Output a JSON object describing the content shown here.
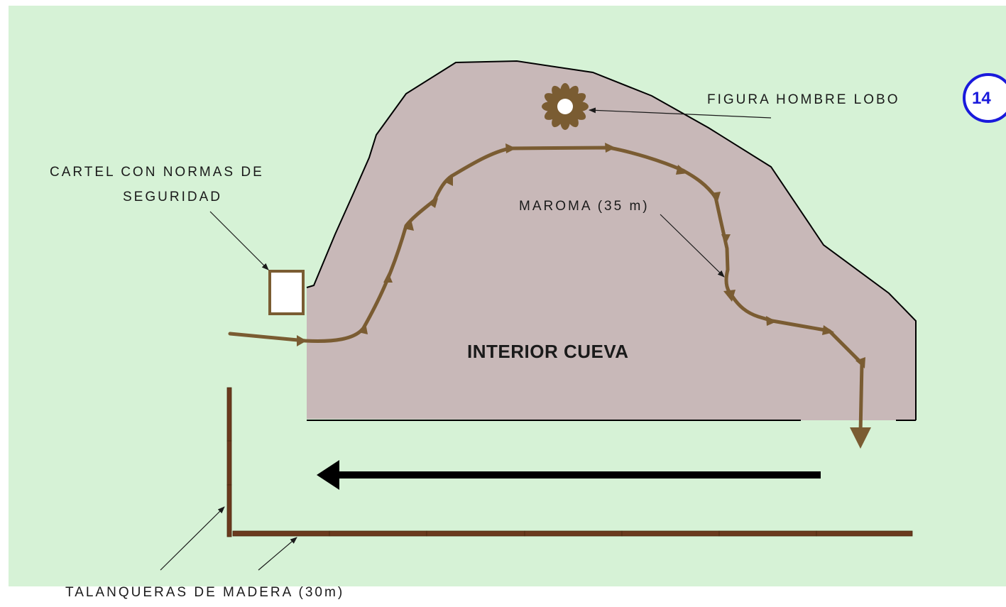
{
  "labels": {
    "cave_interior": "INTERIOR CUEVA",
    "werewolf_figure": "FIGURA HOMBRE LOBO",
    "sign_line1": "CARTEL CON NORMAS DE",
    "sign_line2": "SEGURIDAD",
    "rope": "MAROMA (35 m)",
    "fences": "TALANQUERAS DE MADERA (30m)"
  },
  "badge": {
    "number": "14"
  },
  "colors": {
    "background": "#d6f2d6",
    "cave_fill": "#c8b8b8",
    "rope": "#7a5c32",
    "fence": "#6b3a1e",
    "sign_border": "#7a5c32",
    "badge": "#1a1adc",
    "arrow": "#000000"
  }
}
